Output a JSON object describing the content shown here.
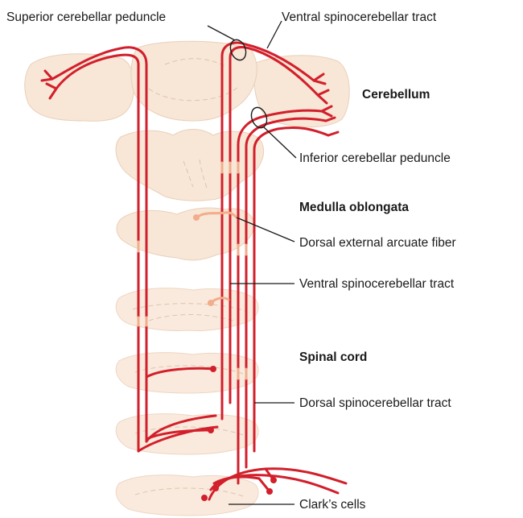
{
  "labels": {
    "superior_cerebellar_peduncle": "Superior cerebellar peduncle",
    "ventral_spinocerebellar_tract_top": "Ventral spinocerebellar tract",
    "cerebellum": "Cerebellum",
    "inferior_cerebellar_peduncle": "Inferior cerebellar peduncle",
    "medulla_oblongata": "Medulla oblongata",
    "dorsal_external_arcuate_fiber": "Dorsal external arcuate fiber",
    "ventral_spinocerebellar_tract": "Ventral spinocerebellar tract",
    "spinal_cord": "Spinal cord",
    "dorsal_spinocerebellar_tract": "Dorsal spinocerebellar tract",
    "clarks_cells": "Clark’s cells"
  },
  "colors": {
    "fiber": "#d21f2b",
    "fiber_pale": "#f2ad8c",
    "tissue": "#f8e6d6"
  }
}
